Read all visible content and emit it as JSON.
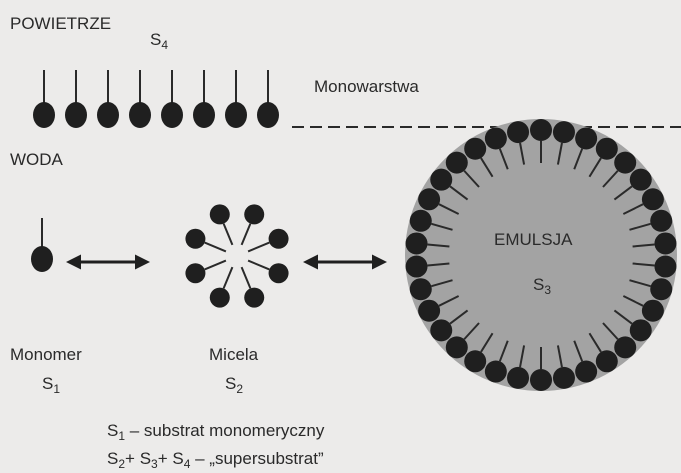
{
  "labels": {
    "air": "POWIETRZE",
    "water": "WODA",
    "monolayer": "Monowarstwa",
    "emulsion": "EMULSJA",
    "monomer": "Monomer",
    "micelle": "Micela",
    "s_letter": "S",
    "s1_sub": "1",
    "s2_sub": "2",
    "s3_sub": "3",
    "s4_sub": "4"
  },
  "legend": {
    "line1_text": " – substrat monomeryczny",
    "line2_plus": "+ ",
    "line2_text": " – „supersubstrat”"
  },
  "colors": {
    "ink": "#2a2a2a",
    "molecule_head": "#1f1f1f",
    "emulsion_fill": "#a3a3a3",
    "background": "#ecebea"
  }
}
